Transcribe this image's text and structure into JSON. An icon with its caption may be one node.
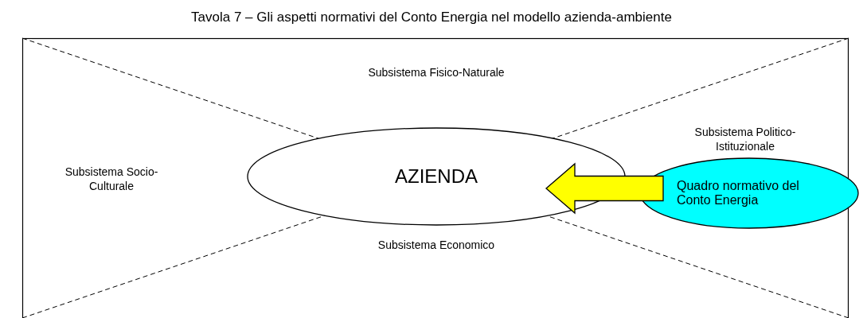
{
  "diagram": {
    "title": "Tavola 7 – Gli aspetti normativi del Conto Energia nel modello azienda-ambiente",
    "nodes": [
      {
        "text": [
          "AZIENDA"
        ]
      },
      {
        "text": [
          "Quadro normativo del Conto Energia"
        ]
      }
    ],
    "edges": [
      {
        "from": 1,
        "to": 0,
        "arrow": "to",
        "style": "thick",
        "color": "#ffff00"
      }
    ],
    "labels": [
      "Subsistema Fisico-Naturale",
      "Subsistema Politico-Istituzionale",
      "Subsistema Socio-Culturale",
      "Subsistema Economico"
    ]
  }
}
